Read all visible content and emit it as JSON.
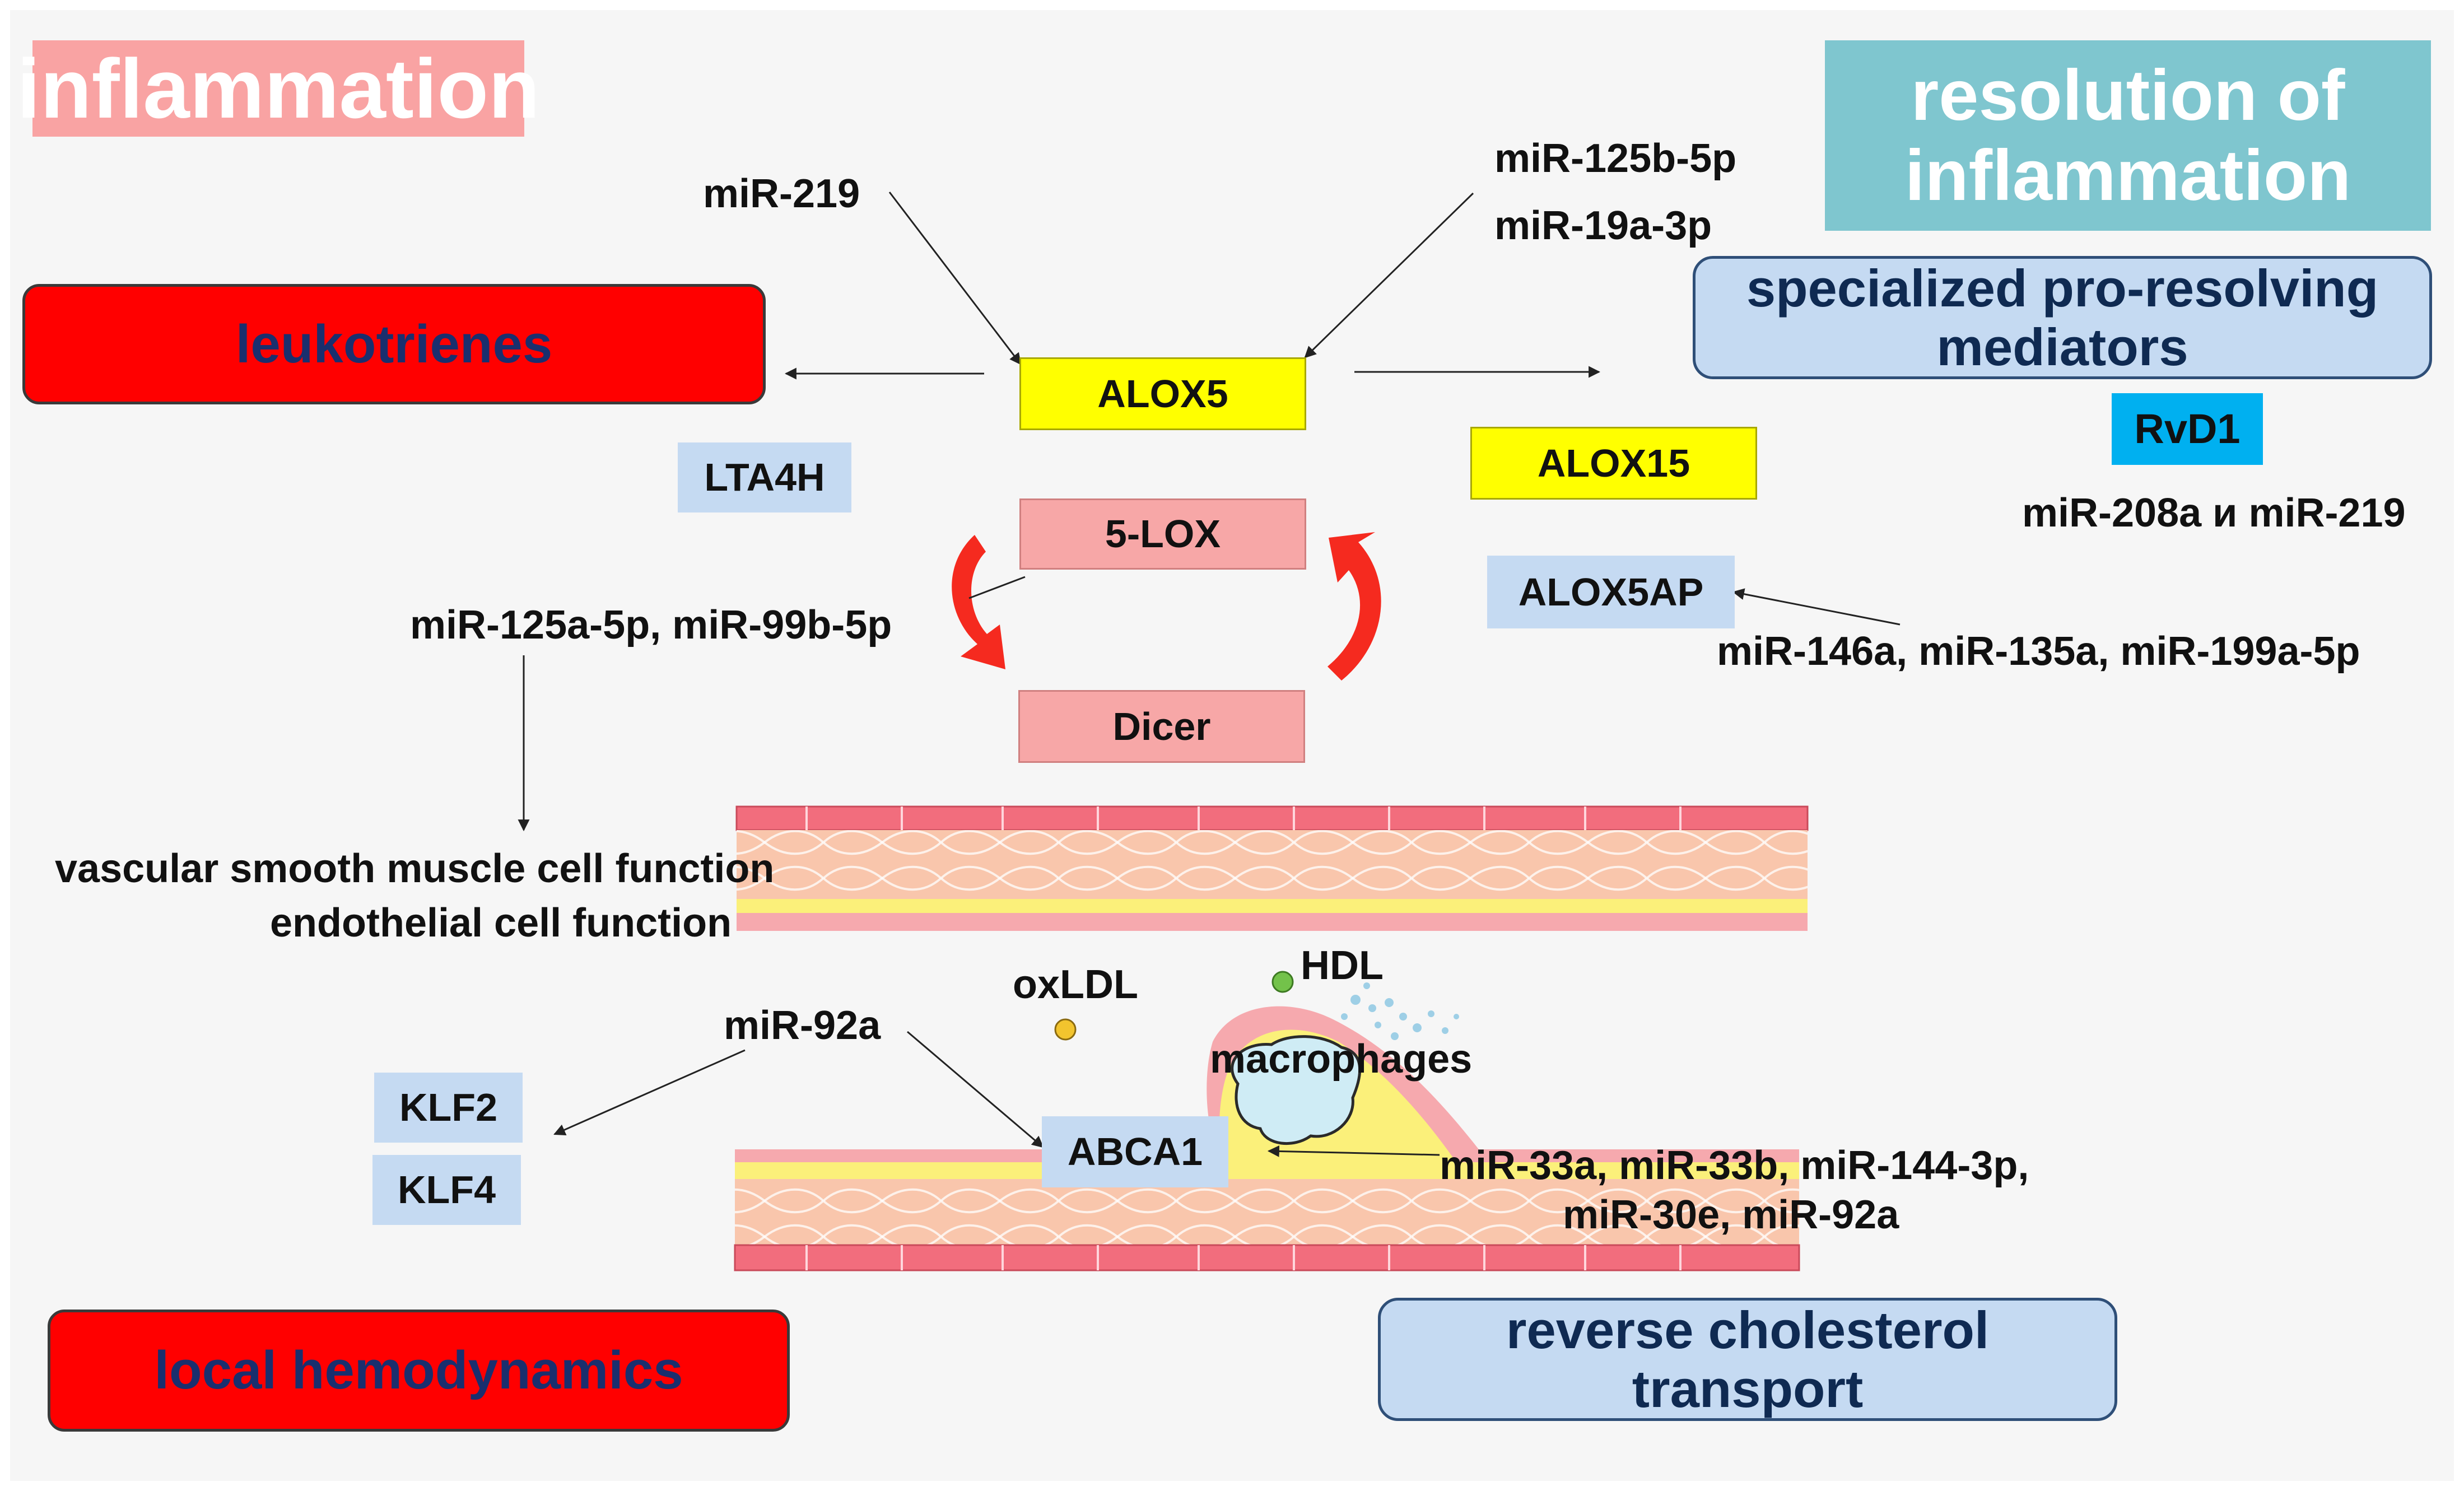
{
  "banners": {
    "inflammation": "inflammation",
    "resolution_line1": "resolution of",
    "resolution_line2": "inflammation"
  },
  "categories": {
    "leukotrienes": "leukotrienes",
    "spm_line1": "specialized pro-resolving",
    "spm_line2": "mediators",
    "local_hemodynamics": "local hemodynamics",
    "rct_line1": "reverse cholesterol",
    "rct_line2": "transport"
  },
  "genes": {
    "alox5": "ALOX5",
    "alox15": "ALOX15",
    "five_lox": "5-LOX",
    "dicer": "Dicer",
    "lta4h": "LTA4H",
    "alox5ap": "ALOX5AP",
    "rvd1": "RvD1",
    "klf2": "KLF2",
    "klf4": "KLF4",
    "abca1": "ABCA1"
  },
  "mirnas": {
    "mir219": "miR-219",
    "mir125b": "miR-125b-5p",
    "mir19a": "miR-19a-3p",
    "mir208a_219": "miR-208a и miR-219",
    "mir125a_99b": "miR-125a-5p, miR-99b-5p",
    "mir146a_group": "miR-146a, miR-135a, miR-199a-5p",
    "mir92a": "miR-92a",
    "mir33_line1": "miR-33a, miR-33b, miR-144-3p,",
    "mir33_line2": "miR-30e, miR-92a"
  },
  "labels": {
    "vsmc": "vascular smooth muscle cell function",
    "endothelial": "endothelial cell function",
    "oxldl": "oxLDL",
    "hdl": "HDL",
    "macrophages": "macrophages"
  },
  "colors": {
    "banner_pink": "#f9a3a3",
    "banner_teal": "#7fc6cf",
    "red": "#ff0000",
    "light_blue": "#c5daf2",
    "yellow": "#ffff00",
    "pink": "#f7a7a7",
    "cyan": "#00b0f0",
    "vessel_tissue": "#f9c6ac",
    "vessel_lining": "#f26d7d"
  }
}
